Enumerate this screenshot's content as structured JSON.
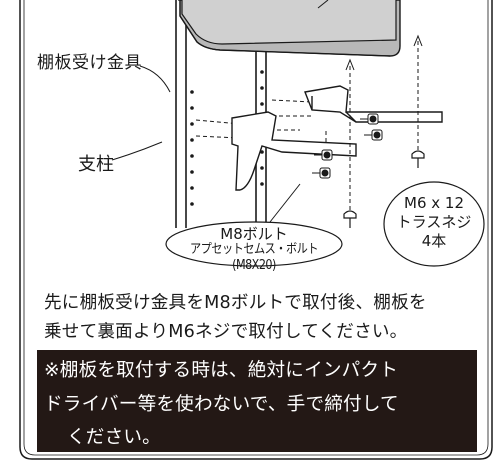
{
  "diagram": {
    "label_bracket": "棚板受け金具",
    "label_pillar": "支柱",
    "callout_bolt_line1": "M8ボルト",
    "callout_bolt_line2": "アプセットセムス・ボルト(M8X20)",
    "callout_screw_line1": "M6 x 12",
    "callout_screw_line2": "トラスネジ",
    "callout_screw_line3": "4本"
  },
  "instructions": {
    "line1": "先に棚板受け金具をM8ボルトで取付後、棚板を",
    "line2": "乗せて裏面よりM6ネジで取付してください。"
  },
  "warning": {
    "line1": "※棚板を取付する時は、絶対にインパクト",
    "line2": "ドライバー等を使わないで、手で締付して",
    "line3": "ください。"
  },
  "colors": {
    "warning_bg": "#231815",
    "line": "#1a1a1a"
  }
}
